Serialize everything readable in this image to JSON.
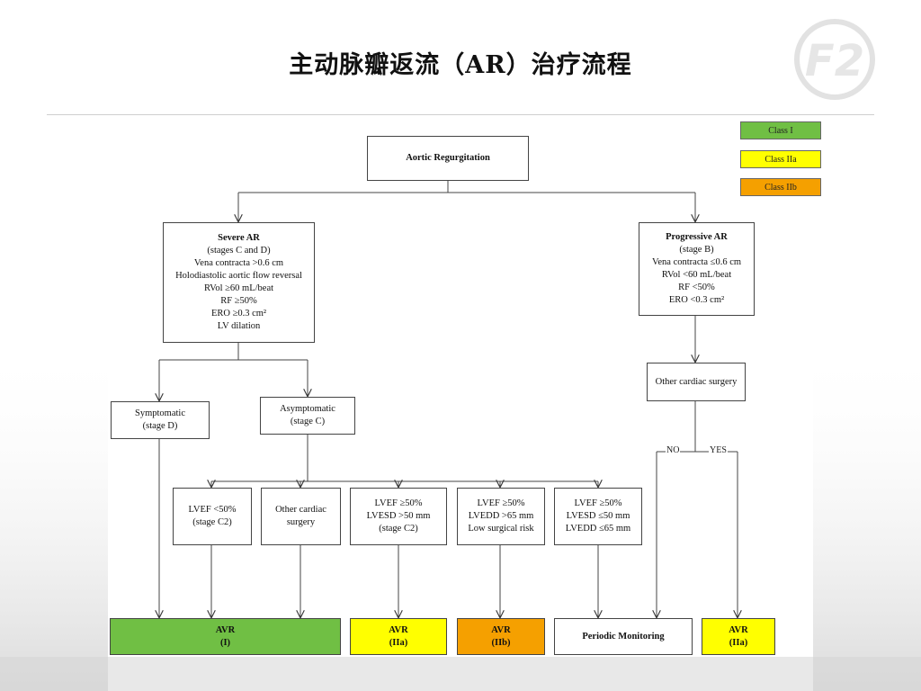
{
  "title": "主动脉瓣返流（AR）治疗流程",
  "colors": {
    "class_i": "#70bf44",
    "class_iia": "#ffff00",
    "class_iib": "#f5a000"
  },
  "legend": [
    {
      "label": "Class I",
      "color": "#70bf44"
    },
    {
      "label": "Class IIa",
      "color": "#ffff00"
    },
    {
      "label": "Class IIb",
      "color": "#f5a000"
    }
  ],
  "nodes": {
    "root": {
      "title": "Aortic Regurgitation"
    },
    "severe": {
      "title": "Severe AR",
      "lines": [
        "(stages C and D)",
        "Vena contracta >0.6 cm",
        "Holodiastolic aortic flow reversal",
        "RVol ≥60 mL/beat",
        "RF ≥50%",
        "ERO ≥0.3 cm²",
        "LV dilation"
      ]
    },
    "progressive": {
      "title": "Progressive AR",
      "lines": [
        "(stage B)",
        "Vena contracta ≤0.6 cm",
        "RVol <60 mL/beat",
        "RF <50%",
        "ERO <0.3 cm²"
      ]
    },
    "symptomatic": {
      "lines": [
        "Symptomatic",
        "(stage D)"
      ]
    },
    "asymptomatic": {
      "lines": [
        "Asymptomatic",
        "(stage C)"
      ]
    },
    "other_surgery_right": {
      "lines": [
        "Other cardiac surgery"
      ]
    },
    "lvef_low": {
      "lines": [
        "LVEF <50%",
        "(stage C2)"
      ]
    },
    "other_surgery": {
      "lines": [
        "Other cardiac",
        "surgery"
      ]
    },
    "lvesd_gt50": {
      "lines": [
        "LVEF ≥50%",
        "LVESD >50 mm",
        "(stage C2)"
      ]
    },
    "lvedd_gt65": {
      "lines": [
        "LVEF ≥50%",
        "LVEDD >65 mm",
        "Low surgical risk"
      ]
    },
    "lvesd_le50": {
      "lines": [
        "LVEF ≥50%",
        "LVESD ≤50 mm",
        "LVEDD ≤65 mm"
      ]
    }
  },
  "outcomes": {
    "avr_i": {
      "line1": "AVR",
      "line2": "(I)",
      "class": "class_i"
    },
    "avr_iia": {
      "line1": "AVR",
      "line2": "(IIa)",
      "class": "class_iia"
    },
    "avr_iib": {
      "line1": "AVR",
      "line2": "(IIb)",
      "class": "class_iib"
    },
    "periodic": {
      "line1": "Periodic Monitoring"
    },
    "avr_iia_right": {
      "line1": "AVR",
      "line2": "(IIa)",
      "class": "class_iia"
    }
  },
  "branch_labels": {
    "no": "NO",
    "yes": "YES"
  },
  "watermark": {
    "text": "F2"
  }
}
